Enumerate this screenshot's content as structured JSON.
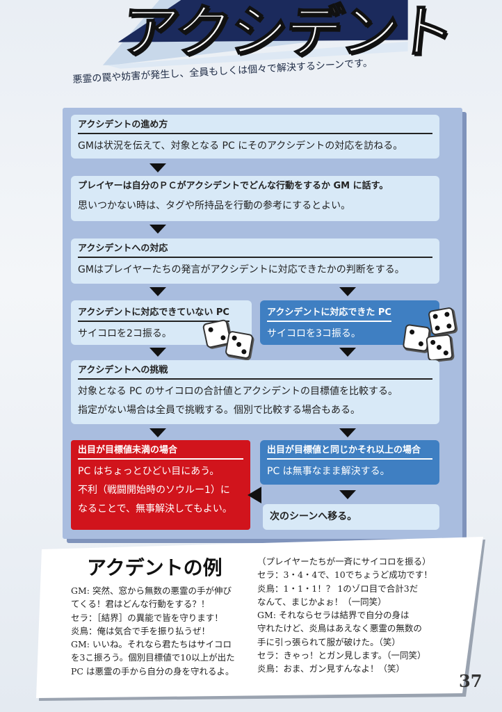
{
  "header": {
    "title": "アクシデント",
    "subtitle": "悪霊の罠や妨害が発生し、全員もしくは個々で解決するシーンです。"
  },
  "flow": {
    "step1": {
      "heading": "アクシデントの進め方",
      "body": "GMは状況を伝えて、対象となる PC にそのアクシデントの対応を訪ねる。"
    },
    "step2": {
      "heading": "プレイヤーは自分のＰＣがアクシデントでどんな行動をするか GM に話す。",
      "body": "思いつかない時は、タグや所持品を行動の参考にするとよい。"
    },
    "step3": {
      "heading": "アクシデントへの対応",
      "body": "GMはプレイヤーたちの発言がアクシデントに対応できたかの判断をする。"
    },
    "fail": {
      "heading": "アクシデントに対応できていない PC",
      "body": "サイコロを2コ振る。"
    },
    "success": {
      "heading": "アクシデントに対応できた PC",
      "body": "サイコロを3コ振る。"
    },
    "step4": {
      "heading": "アクシデントへの挑戦",
      "body1": "対象となる PC のサイコロの合計値とアクシデントの目標値を比較する。",
      "body2": "指定がない場合は全員で挑戦する。個別で比較する場合もある。"
    },
    "below": {
      "heading": "出目が目標値未満の場合",
      "body1": "PC はちょっとひどい目にあう。",
      "body2": "不利（戦闘開始時のソウルー1）に",
      "body3": "なることで、無事解決してもよい。"
    },
    "above": {
      "heading": "出目が目標値と同じかそれ以上の場合",
      "body": "PC は無事なまま解決する。"
    },
    "next": {
      "label": "次のシーンへ移る。"
    }
  },
  "example": {
    "title": "アクデントの例",
    "left": [
      "GM: 突然、窓から無数の悪霊の手が伸び",
      "てくる！君はどんな行動をする？！",
      "セラ：［結界］の異能で皆を守ります！",
      "炎鳥：俺は気合で手を振り払うぜ！",
      "GM: いいね。それなら君たちはサイコロ",
      "を3こ振ろう。個別目標値で10以上が出た",
      "PC は悪霊の手から自分の身を守れるよ。"
    ],
    "right": [
      "（プレイヤーたちが一斉にサイコロを振る）",
      "セラ：3・4・4で、10でちょうど成功です！",
      "炎鳥：1・1・1！？ 1のゾロ目で合計3だ",
      "なんて、まじかよぉ！（一同笑）",
      "GM: それならセラは結界で自分の身は",
      "守れたけど、炎鳥はあえなく悪霊の無数の",
      "手に引っ張られて服が破けた。（笑）",
      "セラ：きゃっ！とガン見します。（一同笑）",
      "炎鳥：おま、ガン見すんなよ！（笑）"
    ]
  },
  "page_number": "37",
  "colors": {
    "navy": "#1b2a5c",
    "panel": "#a9bddf",
    "box": "#d8e9f7",
    "blue": "#3f7fc2",
    "red": "#d1141c"
  }
}
